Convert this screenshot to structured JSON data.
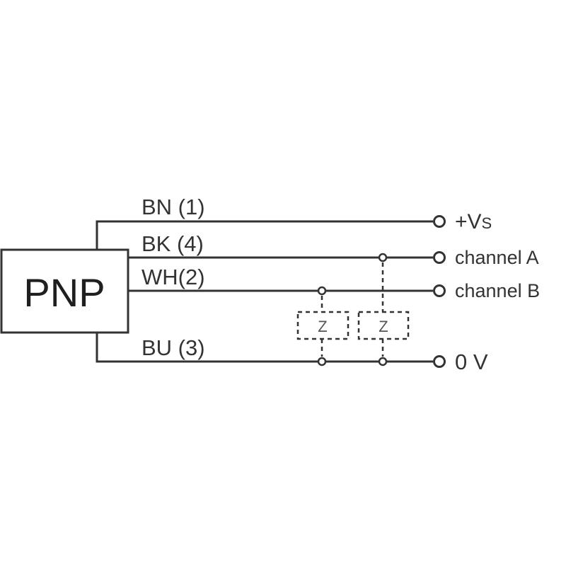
{
  "device": {
    "label": "PNP"
  },
  "wires": [
    {
      "id": "bn",
      "label": "BN (1)",
      "terminal": "+V",
      "terminal_sub": "S"
    },
    {
      "id": "bk",
      "label": "BK (4)",
      "terminal": "channel A"
    },
    {
      "id": "wh",
      "label": "WH(2)",
      "terminal": "channel B"
    },
    {
      "id": "bu",
      "label": "BU (3)",
      "terminal": "0 V"
    }
  ],
  "loads": [
    {
      "label": "Z",
      "connects": "channel B to 0 V"
    },
    {
      "label": "Z",
      "connects": "channel A to 0 V"
    }
  ],
  "colors": {
    "line": "#333333",
    "background": "#ffffff"
  }
}
